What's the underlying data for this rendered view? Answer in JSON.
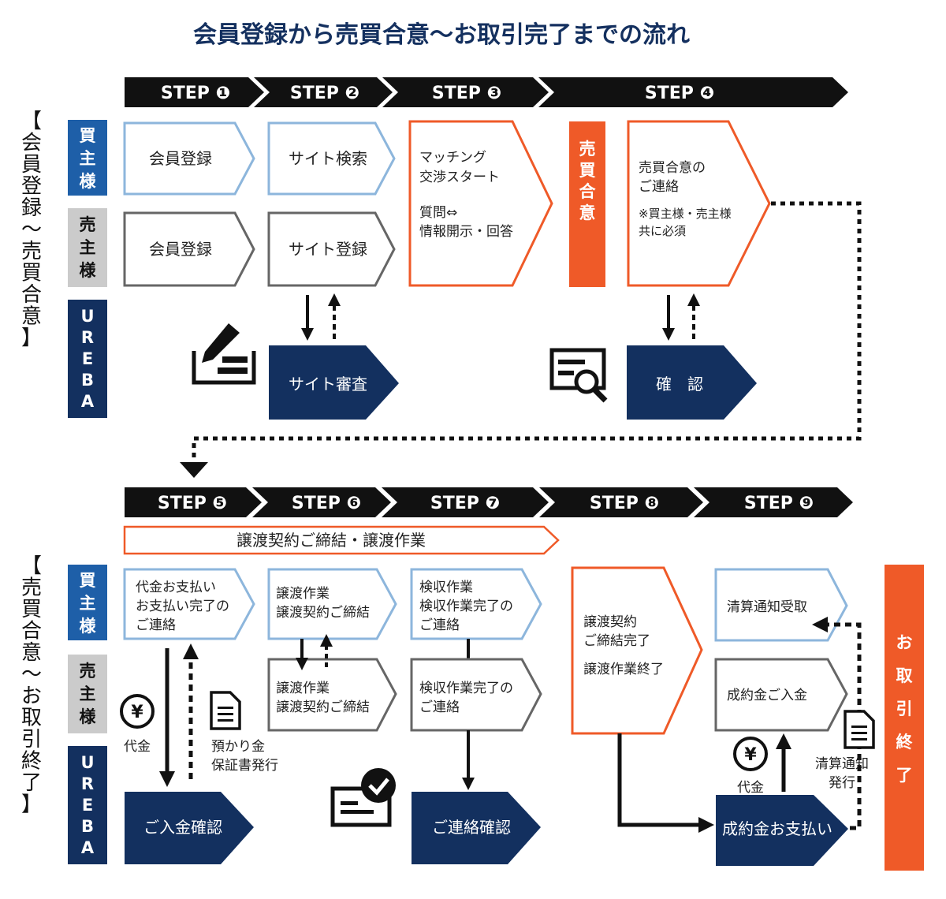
{
  "title": "会員登録から売買合意～お取引完了までの流れ",
  "step_bar_top": [
    "STEP ❶",
    "STEP ❷",
    "STEP ❸",
    "STEP ❹"
  ],
  "step_bar_bottom": [
    "STEP ❺",
    "STEP ❻",
    "STEP ❼",
    "STEP ❽",
    "STEP ❾"
  ],
  "phases": {
    "top": "【会員登録～売買合意】",
    "bottom": "【売買合意～お取引終了】"
  },
  "roles": {
    "buyer": "買主様",
    "seller": "売主様",
    "ureba": "UREBA"
  },
  "top": {
    "s1_buyer": "会員登録",
    "s1_seller": "会員登録",
    "s2_buyer": "サイト検索",
    "s2_seller": "サイト登録",
    "s3_lines": [
      "マッチング",
      "交渉スタート",
      "質問⇔",
      "情報開示・回答"
    ],
    "agreement_label": "売買合意",
    "s4_lines": [
      "売買合意の",
      "ご連絡",
      "※買主様・売主様",
      "共に必須"
    ],
    "ureba_review": "サイト審査",
    "ureba_confirm": "確　認"
  },
  "bottom": {
    "transfer_banner": "譲渡契約ご締結・譲渡作業",
    "s5_buyer_lines": [
      "代金お支払い",
      "お支払い完了の",
      "ご連絡"
    ],
    "s5_money": "代金",
    "s5_doc_lines": [
      "預かり金",
      "保証書発行"
    ],
    "s5_ureba": "ご入金確認",
    "s6_buyer_lines": [
      "譲渡作業",
      "譲渡契約ご締結"
    ],
    "s6_seller_lines": [
      "譲渡作業",
      "譲渡契約ご締結"
    ],
    "s7_buyer_lines": [
      "検収作業",
      "検収作業完了の",
      "ご連絡"
    ],
    "s7_seller_lines": [
      "検収作業完了の",
      "ご連絡"
    ],
    "s7_ureba": "ご連絡確認",
    "s8_lines": [
      "譲渡契約",
      "ご締結完了",
      "譲渡作業終了"
    ],
    "s9_buyer": "清算通知受取",
    "s9_seller": "成約金ご入金",
    "s9_money": "代金",
    "s9_doc_lines": [
      "清算通知",
      "発行"
    ],
    "s9_ureba": "成約金お支払い",
    "complete_label": "お取引終了"
  },
  "colors": {
    "navy": "#13305f",
    "blue": "#1e5fa8",
    "gray": "#cbcbcb",
    "orange": "#ef5a28",
    "lightblue_border": "#8db6dc",
    "gray_border": "#666666",
    "black": "#111111"
  }
}
